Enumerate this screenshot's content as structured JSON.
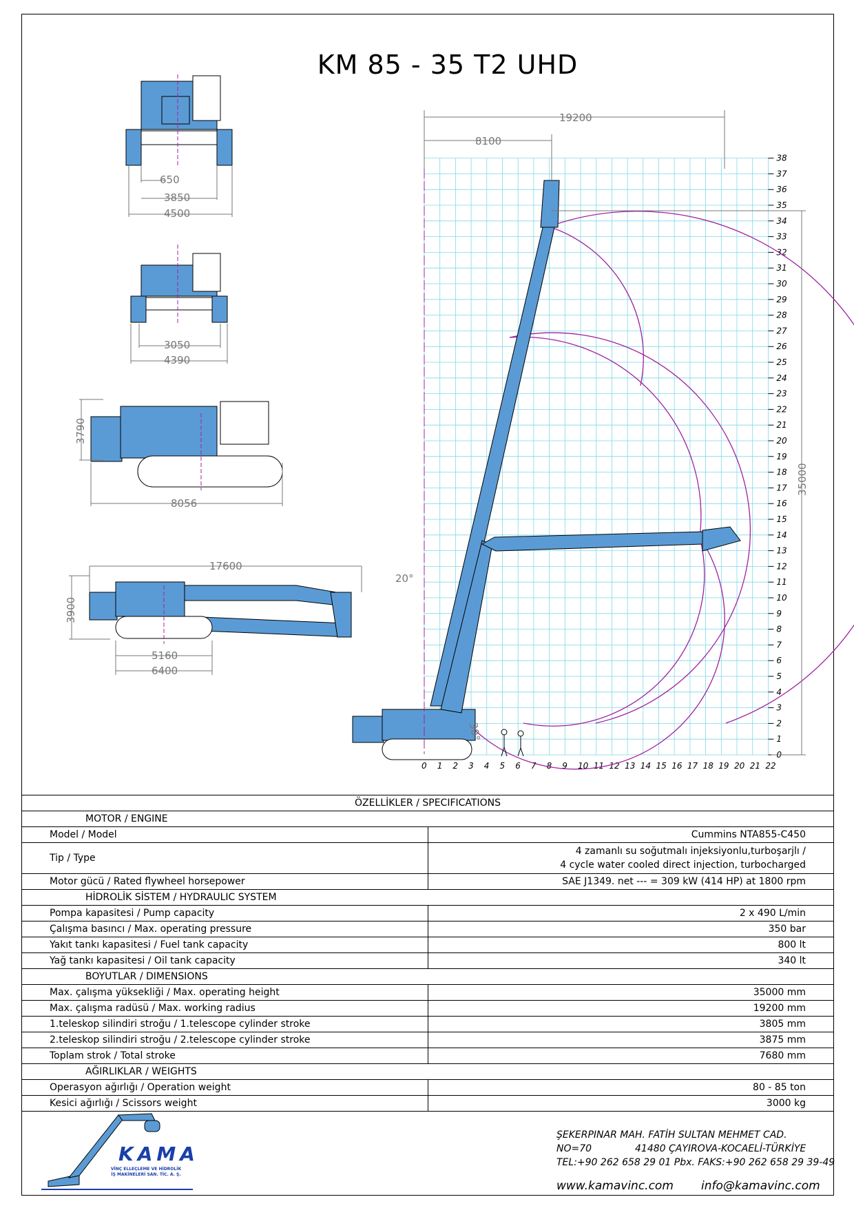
{
  "title": "KM 85 - 35 T2 UHD",
  "colors": {
    "machine": "#5b9bd5",
    "grid": "#7fd8e8",
    "arc": "#a020a0",
    "dim": "#777777",
    "brand": "#1a3fa8"
  },
  "dims": {
    "top_track": "650",
    "top_inner": "3850",
    "top_outer": "4500",
    "front_inner": "3050",
    "front_outer": "4390",
    "side_height": "3790",
    "side_length": "8056",
    "transport_length": "17600",
    "transport_height": "3900",
    "transport_track": "5160",
    "transport_base": "6400",
    "reach_total": "19200",
    "reach_offset": "8100",
    "height_total": "35000",
    "angle_boom": "20°",
    "angle_base": "30°"
  },
  "chart_data": {
    "type": "working-range",
    "x_ticks": [
      "0",
      "1",
      "2",
      "3",
      "4",
      "5",
      "6",
      "7",
      "8",
      "9",
      "10",
      "11",
      "12",
      "13",
      "14",
      "15",
      "16",
      "17",
      "18",
      "19",
      "20",
      "21",
      "22"
    ],
    "y_ticks": [
      "0",
      "1",
      "2",
      "3",
      "4",
      "5",
      "6",
      "7",
      "8",
      "9",
      "10",
      "11",
      "12",
      "13",
      "14",
      "15",
      "16",
      "17",
      "18",
      "19",
      "20",
      "21",
      "22",
      "23",
      "24",
      "25",
      "26",
      "27",
      "28",
      "29",
      "30",
      "31",
      "32",
      "33",
      "34",
      "35",
      "36",
      "37",
      "38"
    ],
    "max_height_m": 35,
    "max_radius_m": 19.2,
    "tip_radius_m": 8.1
  },
  "spec": {
    "heading": "ÖZELLİKLER / SPECIFICATIONS",
    "engine_title": "MOTOR / ENGINE",
    "model_label": "Model / Model",
    "model_value": "Cummins NTA855-C450",
    "type_label": "Tip / Type",
    "type_value_1": "4 zamanlı su soğutmalı injeksiyonlu,turboşarjlı /",
    "type_value_2": "4 cycle water cooled direct injection, turbocharged",
    "power_label": "Motor gücü / Rated flywheel horsepower",
    "power_value": "SAE J1349. net --- = 309 kW (414 HP) at 1800 rpm",
    "hyd_title": "HİDROLİK SİSTEM / HYDRAULIC SYSTEM",
    "pump_label": "Pompa kapasitesi / Pump capacity",
    "pump_value": "2 x 490 L/min",
    "pressure_label": "Çalışma basıncı / Max. operating pressure",
    "pressure_value": "350 bar",
    "fuel_label": "Yakıt tankı kapasitesi / Fuel tank capacity",
    "fuel_value": "800 lt",
    "oil_label": "Yağ tankı kapasitesi / Oil tank capacity",
    "oil_value": "340 lt",
    "dim_title": "BOYUTLAR / DIMENSIONS",
    "height_label": "Max. çalışma yüksekliği / Max. operating height",
    "height_value": "35000 mm",
    "radius_label": "Max. çalışma radüsü  / Max. working radius",
    "radius_value": "19200 mm",
    "tel1_label": "1.teleskop silindiri stroğu / 1.telescope cylinder stroke",
    "tel1_value": "3805 mm",
    "tel2_label": "2.teleskop silindiri stroğu / 2.telescope cylinder stroke",
    "tel2_value": "3875 mm",
    "total_label": "Toplam strok / Total stroke",
    "total_value": "7680 mm",
    "wt_title": "AĞIRLIKLAR / WEIGHTS",
    "op_label": "Operasyon ağırlığı / Operation weight",
    "op_value": "80 - 85 ton",
    "sc_label": "Kesici ağırlığı / Scissors weight",
    "sc_value": "3000 kg"
  },
  "footer": {
    "logo": "KAMA",
    "logo_sub_1": "VİNÇ ELLEÇLEME VE HİDROLİK",
    "logo_sub_2": "İŞ MAKİNELERİ SAN. TİC. A. Ş.",
    "addr1": "ŞEKERPINAR MAH. FATİH SULTAN MEHMET CAD.",
    "addr2_a": "NO=70",
    "addr2_b": "41480 ÇAYIROVA-KOCAELİ-TÜRKİYE",
    "addr3": "TEL:+90 262 658 29 01 Pbx. FAKS:+90 262 658 29 39-49",
    "web": "www.kamavinc.com",
    "email": "info@kamavinc.com"
  }
}
